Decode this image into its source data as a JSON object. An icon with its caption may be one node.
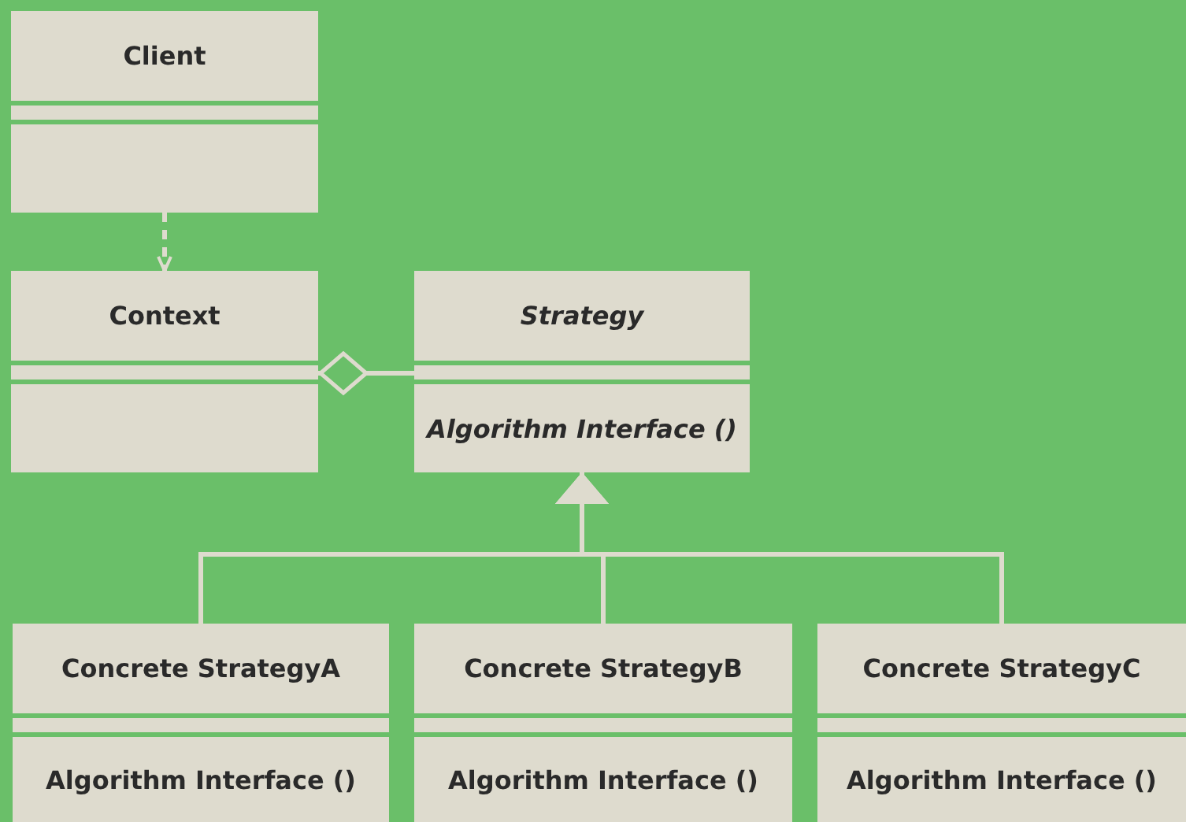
{
  "diagram": {
    "nodes": [
      {
        "text": [
          "Client"
        ]
      },
      {
        "text": [
          "Context"
        ]
      },
      {
        "text": [
          "Strategy",
          "Algorithm Interface ()"
        ]
      },
      {
        "text": [
          "Concrete StrategyA",
          "Algorithm Interface ()"
        ]
      },
      {
        "text": [
          "Concrete StrategyB",
          "Algorithm Interface ()"
        ]
      },
      {
        "text": [
          "Concrete StrategyC",
          "Algorithm Interface ()"
        ]
      }
    ],
    "edges": [
      {
        "from": 0,
        "to": 1,
        "arrow": "to",
        "style": "dashed"
      },
      {
        "from": 1,
        "to": 2,
        "arrow": "other"
      },
      {
        "from": 3,
        "to": 2,
        "arrow": "to"
      },
      {
        "from": 4,
        "to": 2,
        "arrow": "to"
      },
      {
        "from": 5,
        "to": 2,
        "arrow": "to"
      }
    ]
  }
}
